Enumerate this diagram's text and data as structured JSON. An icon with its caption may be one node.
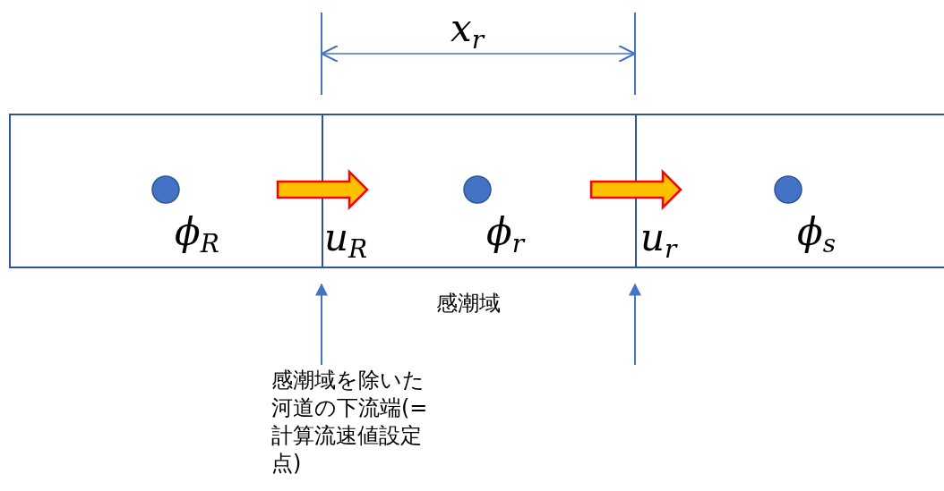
{
  "diagram": {
    "nodes": [
      {
        "text": [
          "ϕ$_{R}$"
        ]
      },
      {
        "text": [
          "ϕ$_{r}$"
        ],
        "beside": [
          "感潮域"
        ]
      },
      {
        "text": [
          "ϕ$_{s}$"
        ]
      },
      {
        "text": [
          "感潮域を除いた河道の下流端(=計算流速値設定点)"
        ]
      }
    ],
    "edges": [
      {
        "from": 0,
        "to": 1,
        "arrow": "to",
        "style": "thick",
        "color": "#ffc000"
      },
      {
        "from": 1,
        "to": 2,
        "arrow": "to",
        "style": "thick",
        "color": "#ffc000"
      },
      {
        "from": 3,
        "to": 0,
        "arrow": "to"
      },
      {
        "from": null,
        "to": 1,
        "arrow": "to"
      }
    ],
    "labels": [
      "x$_{r}$",
      "u$_{R}$",
      "u$_{r}$"
    ]
  }
}
